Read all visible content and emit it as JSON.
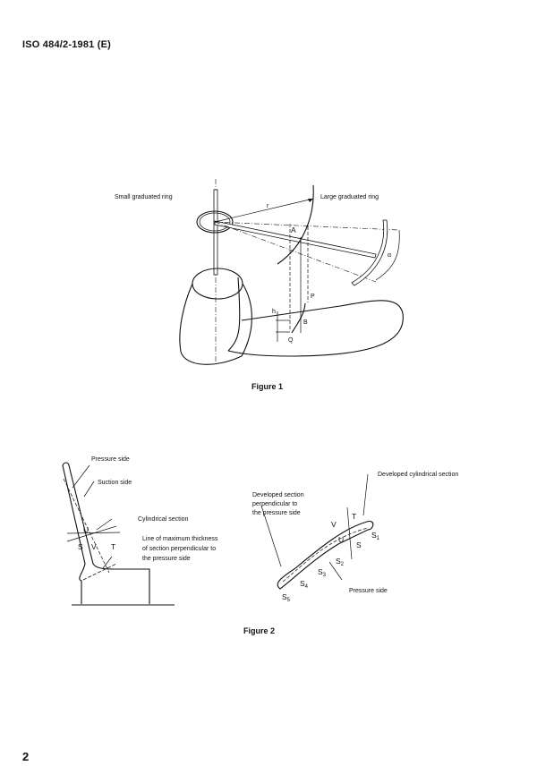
{
  "header": "ISO 484/2-1981 (E)",
  "page_number": "2",
  "figure1": {
    "caption": "Figure 1",
    "labels": {
      "small_ring": "Small graduated ring",
      "large_ring": "Large graduated ring",
      "r": "r",
      "A": "A",
      "P": "P",
      "B": "B",
      "Q": "Q",
      "h": "h",
      "alpha": "α"
    }
  },
  "figure2": {
    "caption": "Figure 2",
    "left": {
      "pressure_side": "Pressure side",
      "suction_side": "Suction side",
      "cylindrical_section": "Cylindrical section",
      "max_thickness_line": [
        "Line of maximum thickness",
        "of section perpendicular to",
        "the pressure side"
      ],
      "S": "S",
      "U": "U",
      "V": "V",
      "T": "T"
    },
    "right": {
      "developed_cylindrical": "Developed cylindrical section",
      "developed_perpendicular": [
        "Developed section",
        "perpendicular to",
        "the pressure side"
      ],
      "pressure_side": "Pressure side",
      "V": "V",
      "T": "T",
      "U": "U",
      "S": "S",
      "S1": "S",
      "S2": "S",
      "S3": "S",
      "S4": "S",
      "S5": "S",
      "sub": [
        "1",
        "2",
        "3",
        "4",
        "5"
      ]
    }
  }
}
